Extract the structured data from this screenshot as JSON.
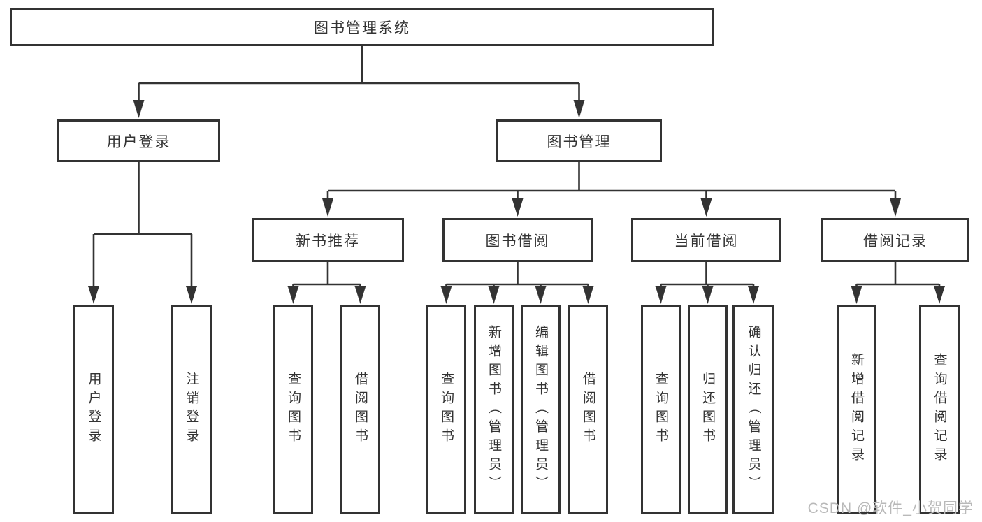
{
  "colors": {
    "line": "#333333",
    "text": "#333333",
    "watermark": "#b9b9b9",
    "background": "#ffffff"
  },
  "watermark": {
    "text": "CSDN @软件_小贺同学"
  },
  "tree": {
    "label": "图书管理系统",
    "children": [
      {
        "label": "用户登录",
        "children": [
          {
            "label": "用户登录"
          },
          {
            "label": "注销登录"
          }
        ]
      },
      {
        "label": "图书管理",
        "children": [
          {
            "label": "新书推荐",
            "children": [
              {
                "label": "查询图书"
              },
              {
                "label": "借阅图书"
              }
            ]
          },
          {
            "label": "图书借阅",
            "children": [
              {
                "label": "查询图书"
              },
              {
                "label": "新增图书（管理员）"
              },
              {
                "label": "编辑图书（管理员）"
              },
              {
                "label": "借阅图书"
              }
            ]
          },
          {
            "label": "当前借阅",
            "children": [
              {
                "label": "查询图书"
              },
              {
                "label": "归还图书"
              },
              {
                "label": "确认归还（管理员）"
              }
            ]
          },
          {
            "label": "借阅记录",
            "children": [
              {
                "label": "新增借阅记录"
              },
              {
                "label": "查询借阅记录"
              }
            ]
          }
        ]
      }
    ]
  }
}
